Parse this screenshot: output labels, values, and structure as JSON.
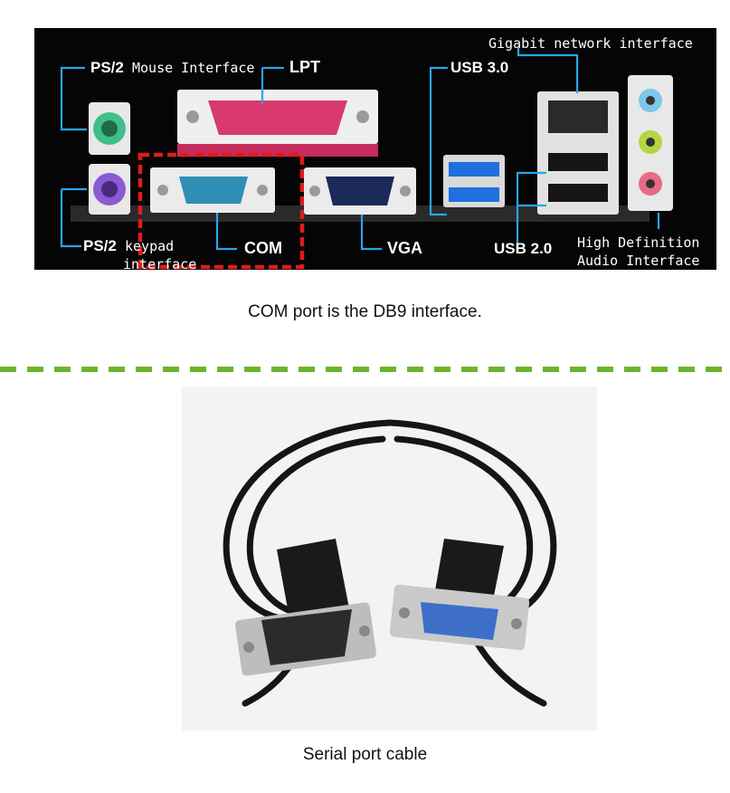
{
  "panel": {
    "labels": {
      "ps2_mouse": "PS/2",
      "ps2_mouse_rest": "Mouse Interface",
      "lpt": "LPT",
      "usb3": "USB 3.0",
      "gigabit": "Gigabit network interface",
      "ps2_keypad": "PS/2",
      "ps2_keypad_rest": "keypad",
      "ps2_keypad_line2": "interface",
      "com": "COM",
      "vga": "VGA",
      "usb2": "USB 2.0",
      "hd_audio_line1": "High Definition",
      "hd_audio_line2": "Audio Interface"
    },
    "colors": {
      "wire": "#27a6e6",
      "highlight": "#e01b1b",
      "mouse_port": "#3fbf8a",
      "keyboard_port": "#8a5bd1",
      "lpt_port": "#d83a6e",
      "com_port": "#2f8fb5",
      "vga_port": "#1c2a5a",
      "usb3_port": "#1f6fe0",
      "audio_blue": "#7cc7ea",
      "audio_green": "#b4d640",
      "audio_pink": "#e86b86"
    }
  },
  "captions": {
    "top": "COM port is the DB9 interface.",
    "bottom": "Serial port cable"
  },
  "divider_color": "#6bb52b"
}
